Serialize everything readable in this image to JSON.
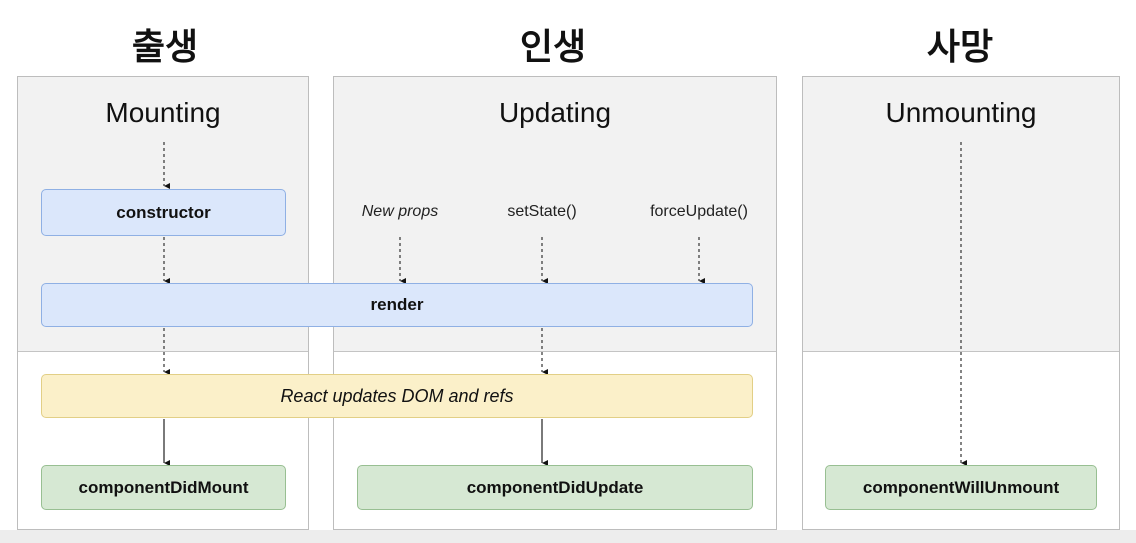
{
  "phases": {
    "birth": "출생",
    "life": "인생",
    "death": "사망"
  },
  "panels": {
    "mounting": "Mounting",
    "updating": "Updating",
    "unmounting": "Unmounting"
  },
  "triggers": {
    "new_props": "New props",
    "set_state": "setState()",
    "force_update": "forceUpdate()"
  },
  "boxes": {
    "constructor": "constructor",
    "render": "render",
    "react_updates": "React updates DOM and refs",
    "did_mount": "componentDidMount",
    "did_update": "componentDidUpdate",
    "will_unmount": "componentWillUnmount"
  },
  "colors": {
    "blue_fill": "#dbe7fb",
    "yellow_fill": "#fbf0c9",
    "green_fill": "#d6e8d3",
    "upper_bg": "#f2f2f2"
  }
}
